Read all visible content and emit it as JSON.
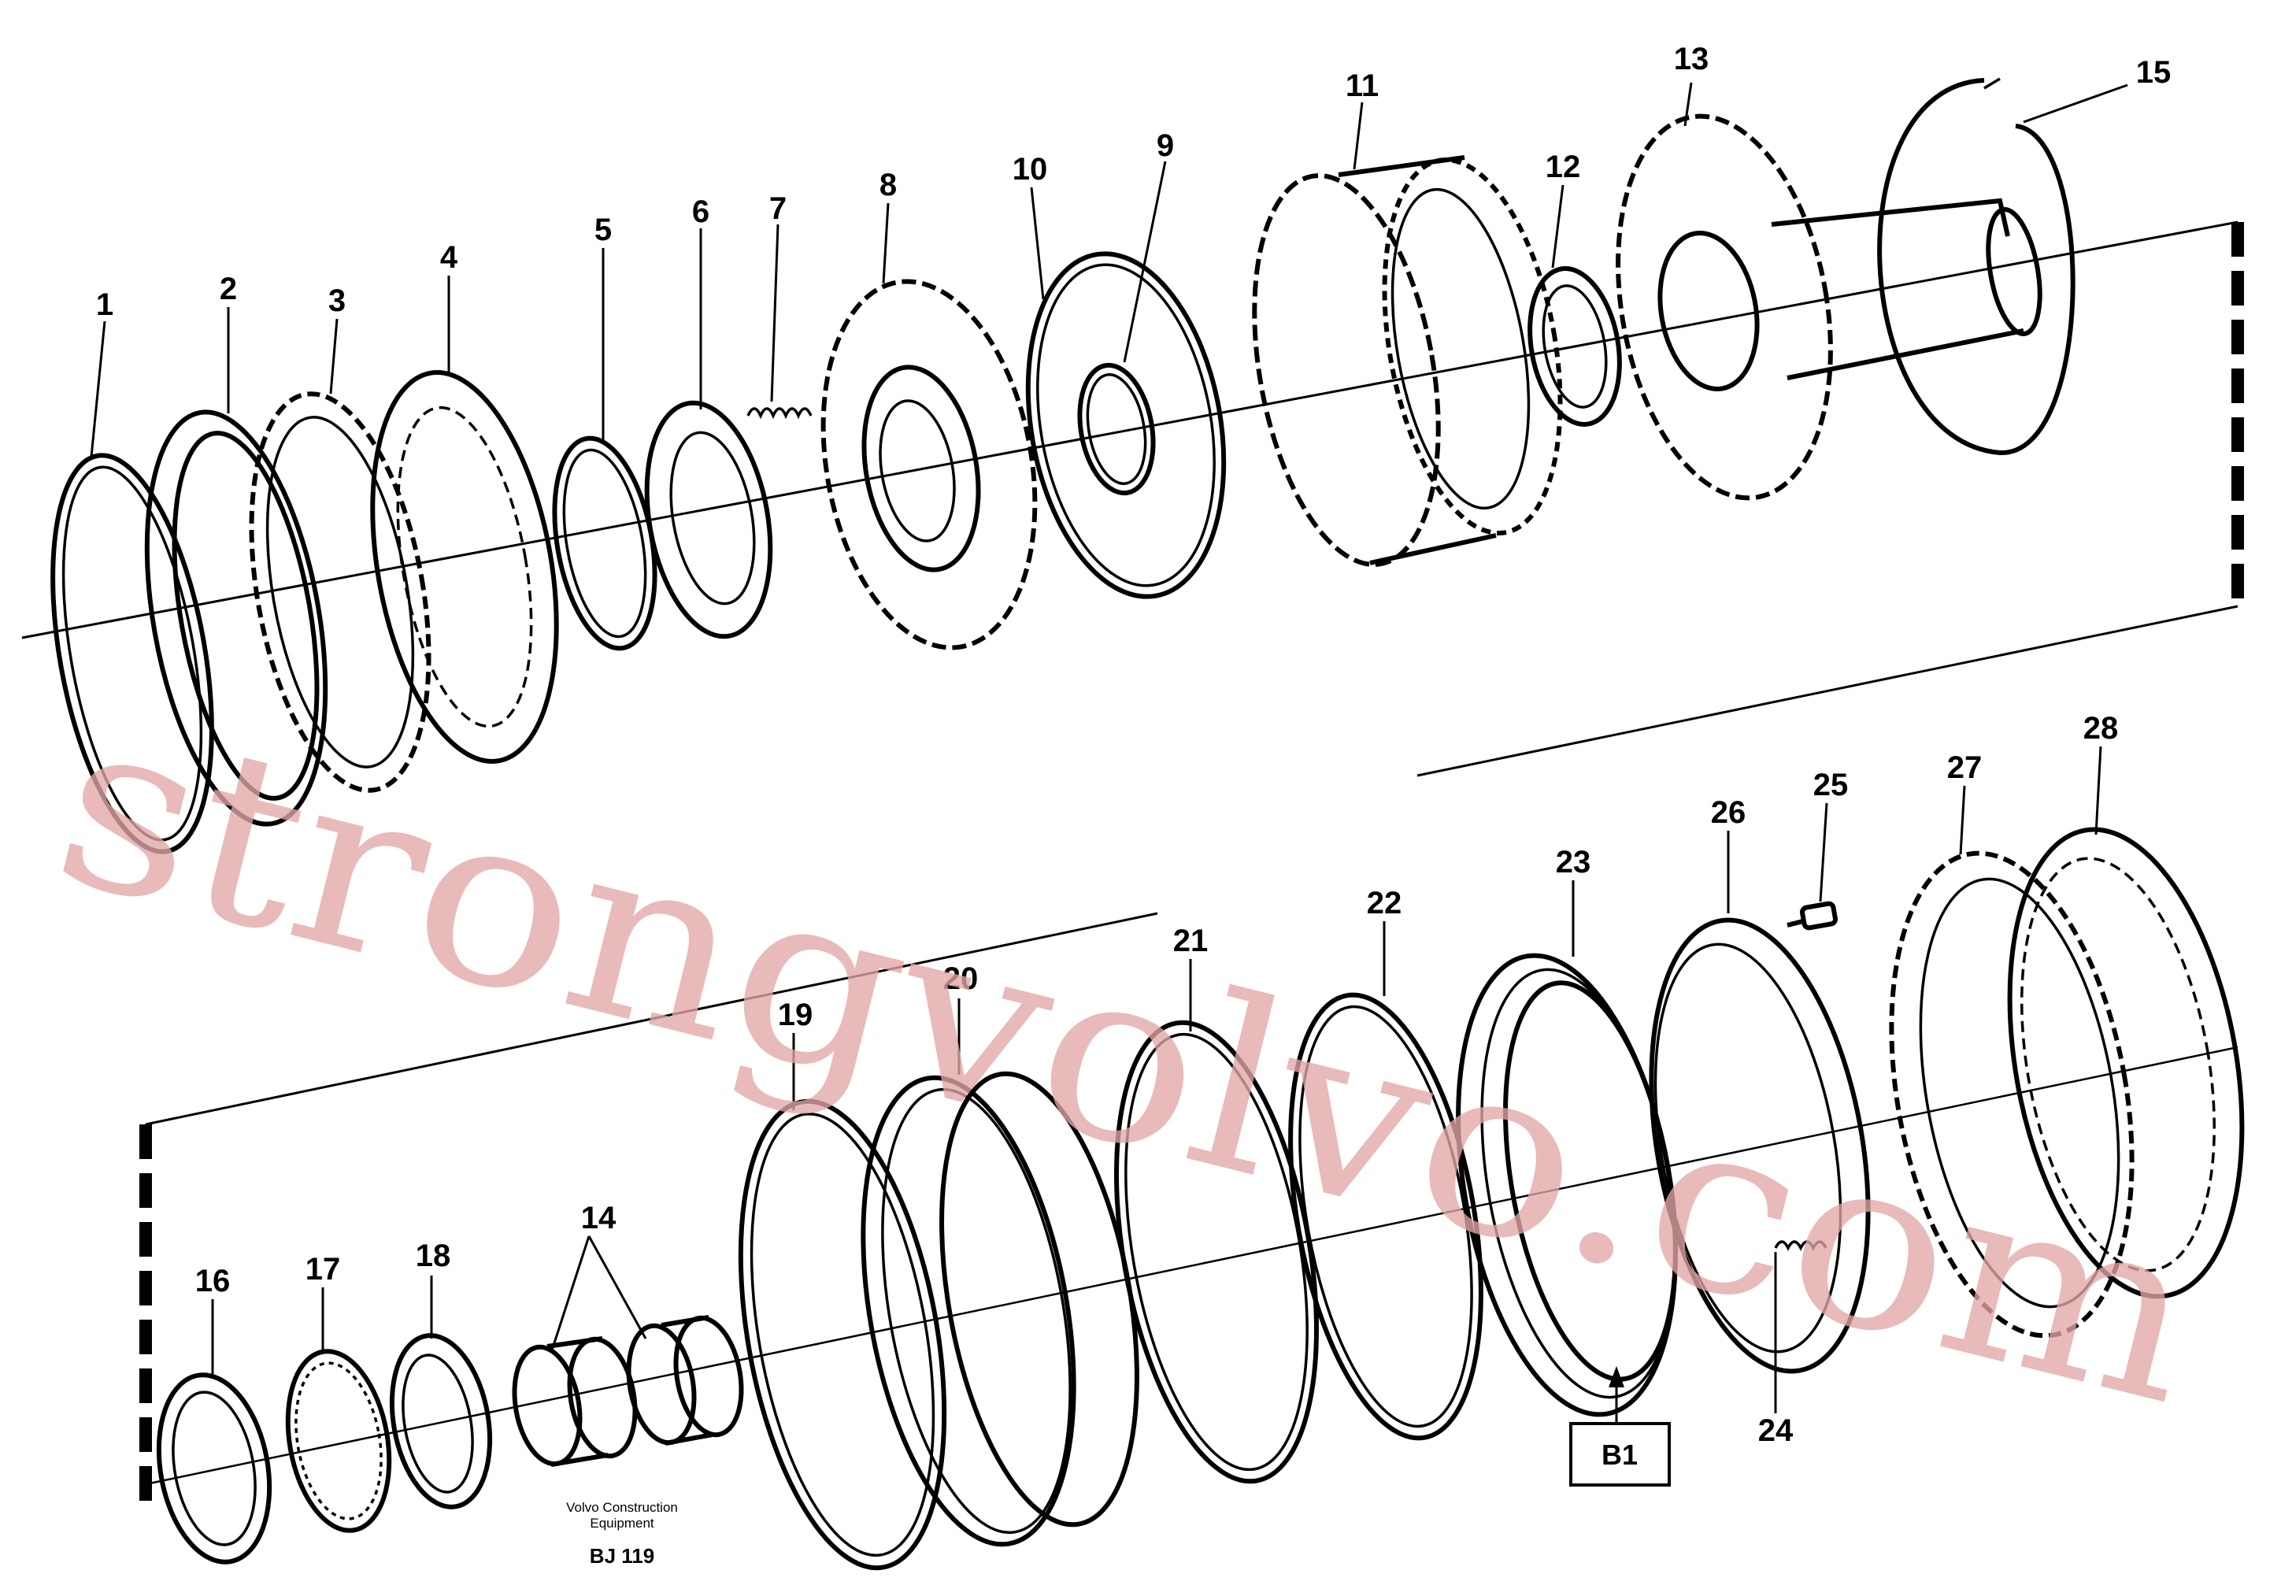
{
  "callouts": [
    "1",
    "2",
    "3",
    "4",
    "5",
    "6",
    "7",
    "8",
    "9",
    "10",
    "11",
    "12",
    "13",
    "14",
    "15",
    "16",
    "17",
    "18",
    "19",
    "20",
    "21",
    "22",
    "23",
    "24",
    "25",
    "26",
    "27",
    "28"
  ],
  "footer": {
    "maker_line1": "Volvo Construction",
    "maker_line2": "Equipment",
    "code": "BJ 119"
  },
  "view_box_label": "B1",
  "watermark": "strongvolvo.com"
}
